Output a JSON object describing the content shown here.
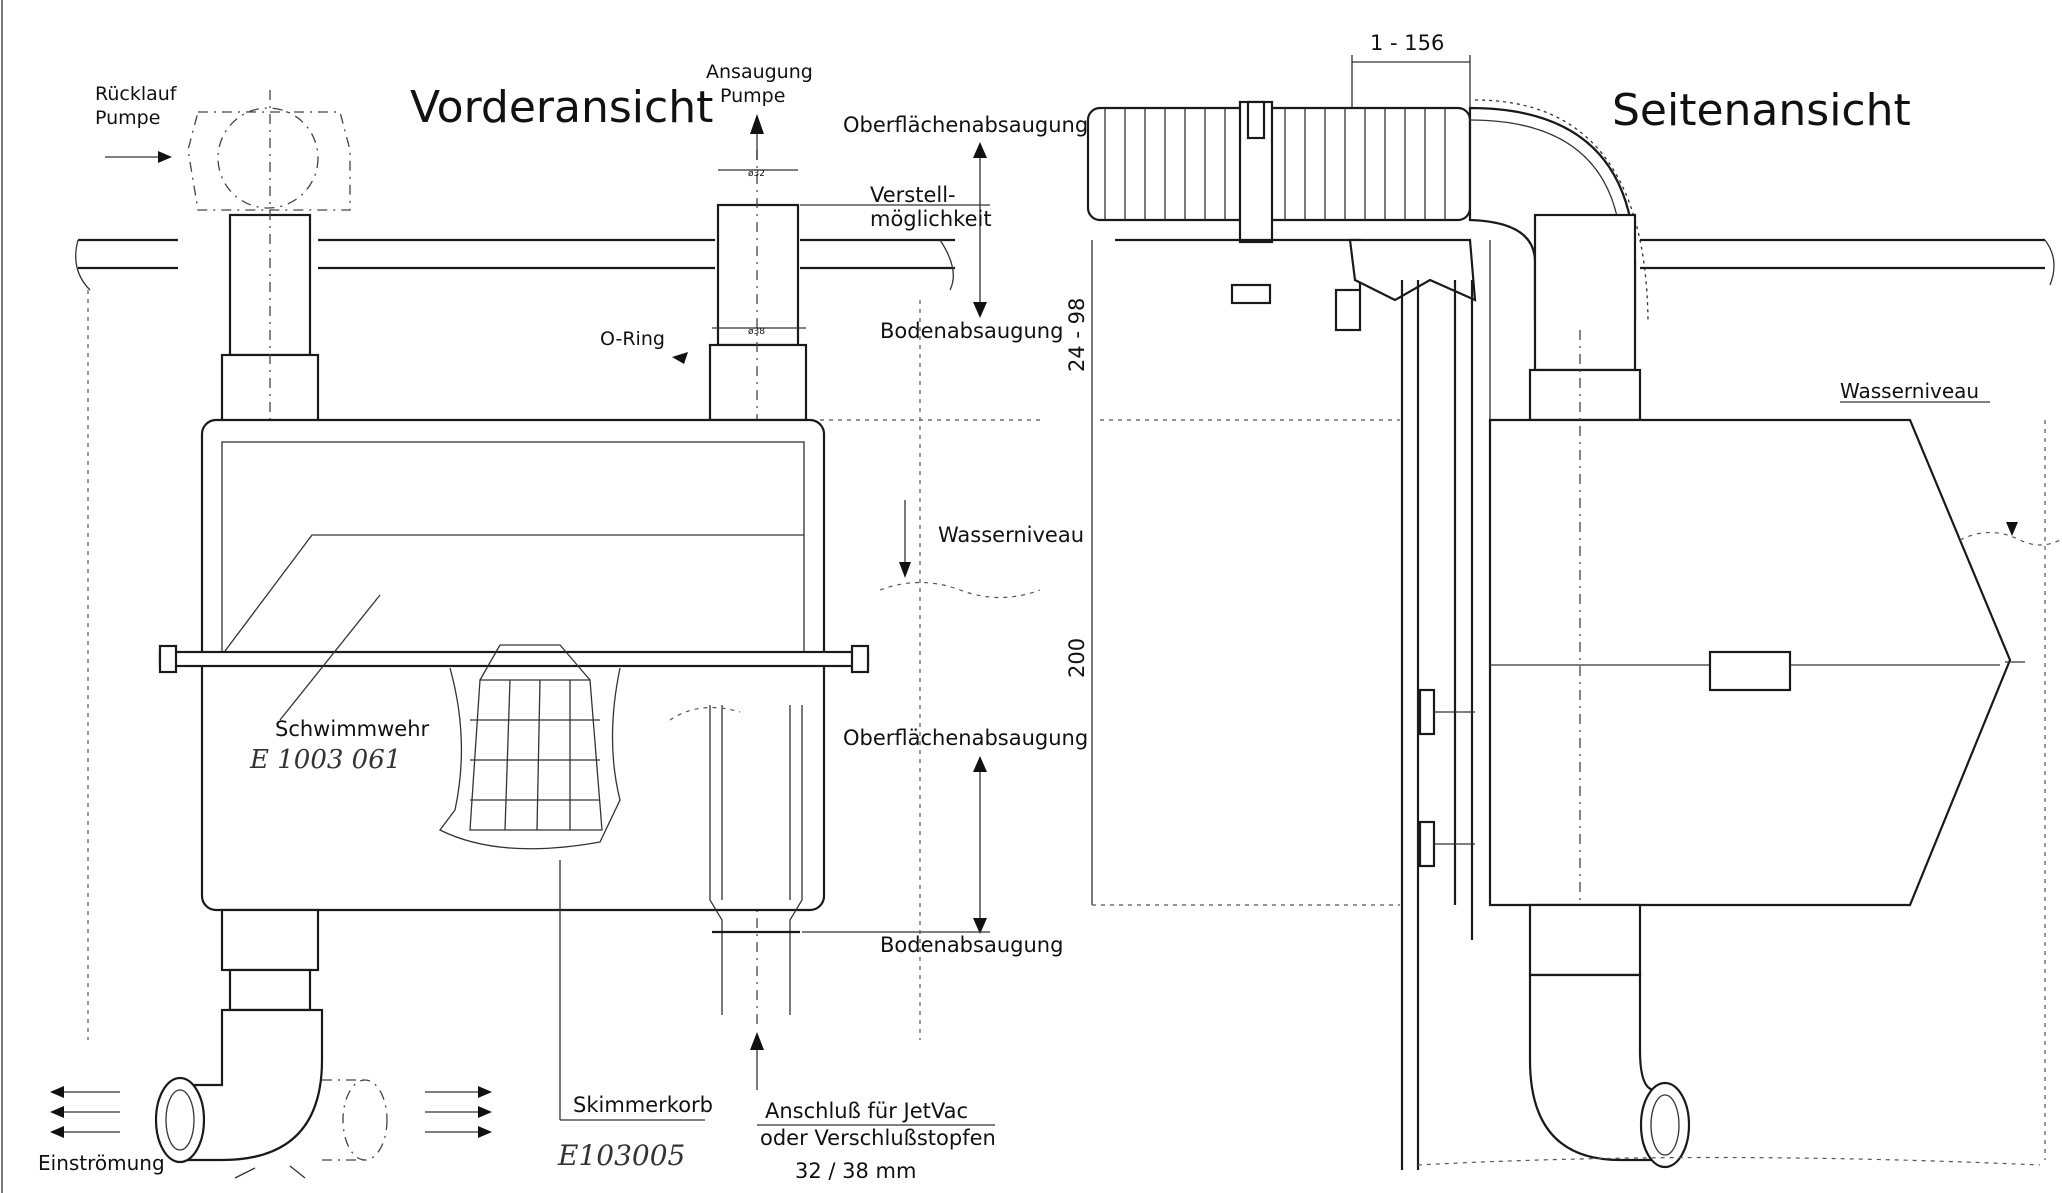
{
  "front_view": {
    "title": "Vorderansicht",
    "return_pump": "Rücklauf\nPumpe",
    "suction_pump": "Ansaugung\nPumpe",
    "surface_suction_top": "Oberflächenabsaugung",
    "adjustability": "Verstell-\nmöglichkeit",
    "floor_suction_top": "Bodenabsaugung",
    "o_ring": "O-Ring",
    "water_level": "Wasserniveau",
    "floating_weir": "Schwimmwehr",
    "floating_weir_code": "E 1003 061",
    "surface_suction_bottom": "Oberflächenabsaugung",
    "floor_suction_bottom": "Bodenabsaugung",
    "skimmer_basket": "Skimmerkorb",
    "skimmer_basket_code": "E103005",
    "connection": "Anschluß für JetVac\noder Verschlußstopfen",
    "connection_size": "32 / 38 mm",
    "inflow": "Einströmung",
    "dim_32": "ø32",
    "dim_38": "ø38"
  },
  "side_view": {
    "title": "Seitenansicht",
    "dim_top": "1 - 156",
    "dim_vertical_1": "24 - 98",
    "dim_vertical_2": "200",
    "water_level": "Wasserniveau"
  }
}
